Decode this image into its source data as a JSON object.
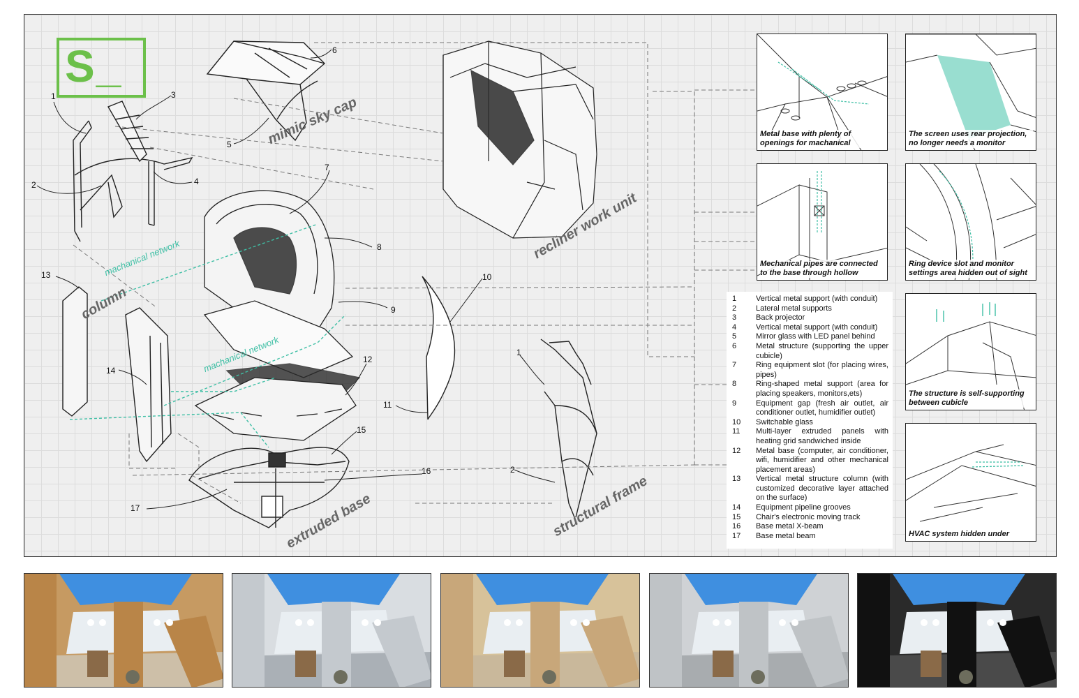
{
  "logo": "S_",
  "labels": {
    "sky_cap": "mimic sky cap",
    "recliner": "recliner work unit",
    "column": "column",
    "extruded_base": "extruded base",
    "structural_frame": "structural frame",
    "mech_network_1": "machanical network",
    "mech_network_2": "machanical network"
  },
  "callouts": [
    "1",
    "2",
    "3",
    "4",
    "5",
    "6",
    "7",
    "8",
    "9",
    "10",
    "11",
    "12",
    "13",
    "14",
    "15",
    "16",
    "17",
    "1",
    "2"
  ],
  "details": [
    {
      "caption": "Metal base with plenty of openings for machanical"
    },
    {
      "caption": "The screen uses rear projection, no longer needs a monitor"
    },
    {
      "caption": "Mechanical pipes are connected to the base through hollow"
    },
    {
      "caption": "Ring device slot and monitor settings area hidden out of sight"
    },
    {
      "caption": "The structure is self-supporting between cubicle"
    },
    {
      "caption": "HVAC system hidden under"
    }
  ],
  "legend": [
    {
      "n": "1",
      "t": "Vertical metal support (with conduit)"
    },
    {
      "n": "2",
      "t": "Lateral metal supports"
    },
    {
      "n": "3",
      "t": "Back projector"
    },
    {
      "n": "4",
      "t": "Vertical metal support (with conduit)"
    },
    {
      "n": "5",
      "t": "Mirror glass with LED panel behind"
    },
    {
      "n": "6",
      "t": "Metal structure (supporting the upper cubicle)"
    },
    {
      "n": "7",
      "t": "Ring equipment slot (for placing wires, pipes)"
    },
    {
      "n": "8",
      "t": "Ring-shaped metal support (area for placing speakers, monitors,ets)"
    },
    {
      "n": "9",
      "t": "Equipment gap (fresh air outlet, air conditioner outlet, humidifier outlet)"
    },
    {
      "n": "10",
      "t": "Switchable glass"
    },
    {
      "n": "11",
      "t": "Multi-layer extruded panels with heating grid sandwiched inside"
    },
    {
      "n": "12",
      "t": "Metal base (computer, air conditioner, wifi, humidifier and other mechanical placement areas)"
    },
    {
      "n": "13",
      "t": "Vertical metal structure column (with customized decorative layer attached on the surface)"
    },
    {
      "n": "14",
      "t": "Equipment pipeline grooves"
    },
    {
      "n": "15",
      "t": "Chair's electronic moving track"
    },
    {
      "n": "16",
      "t": "Base metal X-beam"
    },
    {
      "n": "17",
      "t": "Base metal beam"
    }
  ],
  "renders": [
    {
      "variant": "wood",
      "wall": "#c69a62",
      "accent": "#b98548",
      "floor": "#cdbfa8"
    },
    {
      "variant": "white",
      "wall": "#d9dde1",
      "accent": "#c4c9ce",
      "floor": "#aab0b6"
    },
    {
      "variant": "stone",
      "wall": "#d7c29a",
      "accent": "#c8a77a",
      "floor": "#c9b89b"
    },
    {
      "variant": "patterned",
      "wall": "#cfd2d5",
      "accent": "#bfc3c6",
      "floor": "#a8acaf"
    },
    {
      "variant": "black",
      "wall": "#2a2a2a",
      "accent": "#111111",
      "floor": "#4a4a4a"
    }
  ],
  "colors": {
    "accent_green": "#6cc04a",
    "teal": "#3fbfa5",
    "sky_blue": "#3f8fe0"
  }
}
